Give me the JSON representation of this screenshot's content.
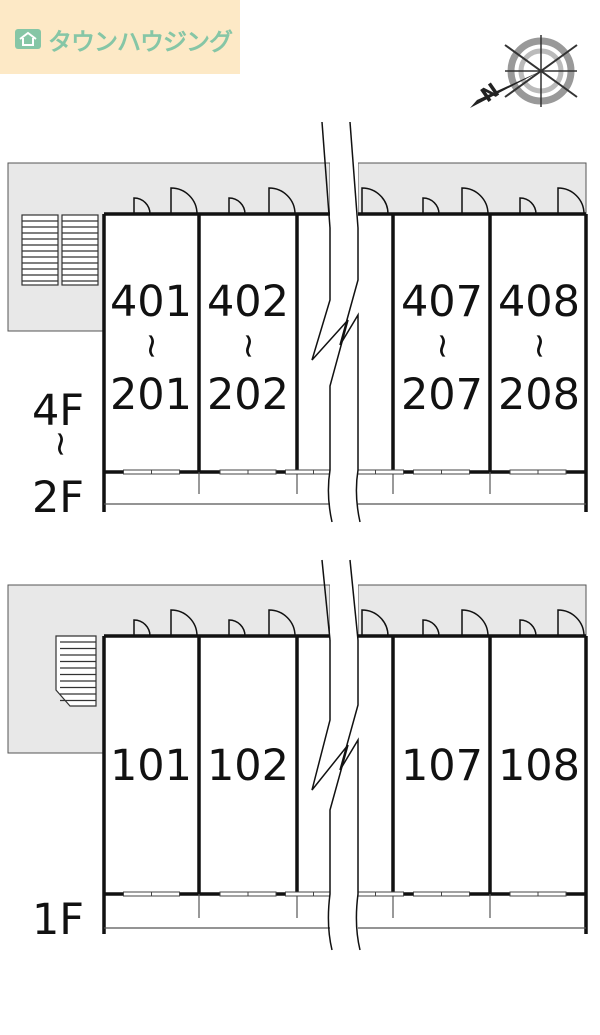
{
  "brand": {
    "name": "タウンハウジング",
    "logo_color": "#86c6a6",
    "badge_color": "#fde9c6"
  },
  "compass": {
    "label": "N",
    "icon": "compass-icon"
  },
  "upper_floors": {
    "floor_top": "4F",
    "floor_bottom": "2F",
    "range_mark": "~",
    "rooms": [
      {
        "top": "401",
        "mark": "~",
        "bottom": "201"
      },
      {
        "top": "402",
        "mark": "~",
        "bottom": "202"
      },
      {
        "top": "407",
        "mark": "~",
        "bottom": "207"
      },
      {
        "top": "408",
        "mark": "~",
        "bottom": "208"
      }
    ]
  },
  "ground_floor": {
    "floor": "1F",
    "rooms": [
      "101",
      "102",
      "107",
      "108"
    ]
  },
  "colors": {
    "walkway": "#e8e8e8",
    "wall": "#111111"
  }
}
